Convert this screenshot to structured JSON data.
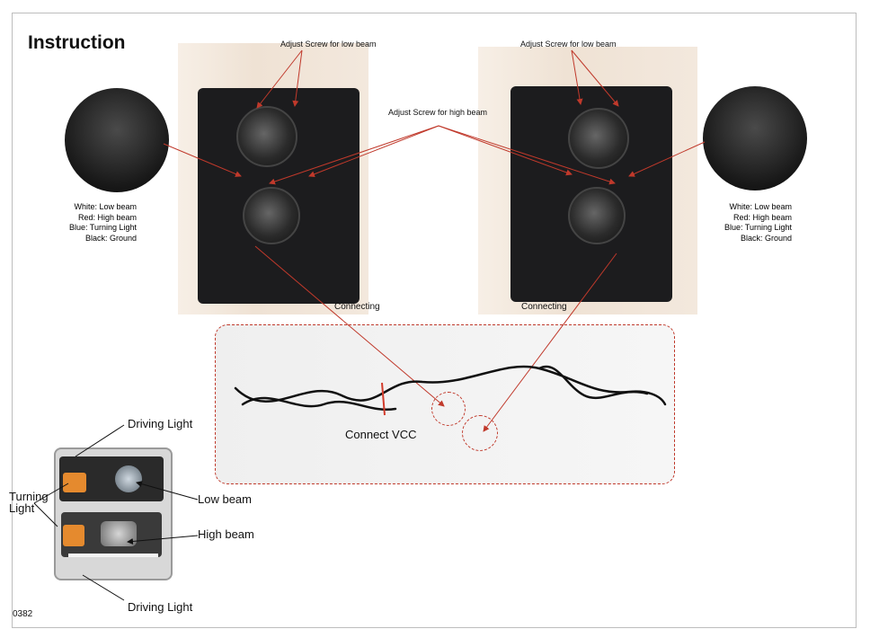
{
  "title": "Instruction",
  "labels": {
    "adjust_low_left": "Adjust Screw for low beam",
    "adjust_low_right": "Adjust Screw for low beam",
    "adjust_high": "Adjust Screw for high beam",
    "connecting_left": "Connecting",
    "connecting_right": "Connecting",
    "connect_vcc": "Connect VCC",
    "product_code": "0382"
  },
  "wire_legend_left": [
    "White: Low beam",
    "Red: High beam",
    "Blue: Turning Light",
    "Black: Ground"
  ],
  "wire_legend_right": [
    "White: Low beam",
    "Red: High beam",
    "Blue: Turning Light",
    "Black: Ground"
  ],
  "headlight_parts": {
    "driving_light_top": "Driving Light",
    "turning_light_line1": "Turning",
    "turning_light_line2": "Light",
    "low_beam": "Low beam",
    "high_beam": "High beam",
    "driving_light_bottom": "Driving Light"
  },
  "colors": {
    "arrow": "#c0392b",
    "border": "#bdbdbd",
    "dashed": "#c0392b"
  }
}
